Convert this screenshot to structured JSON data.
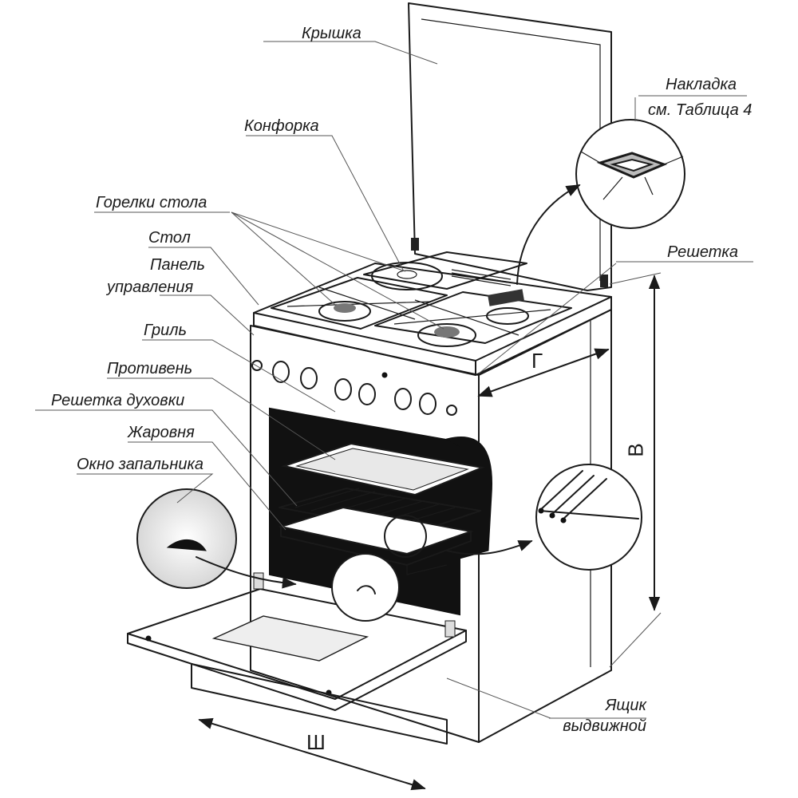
{
  "labels": {
    "lid": "Крышка",
    "overlay_title": "Накладка",
    "overlay_ref": "см. Таблица 4",
    "burner_cap": "Конфорка",
    "table_burners": "Горелки стола",
    "table": "Стол",
    "control_panel_line1": "Панель",
    "control_panel_line2": "управления",
    "grate": "Решетка",
    "grill": "Гриль",
    "baking_tray": "Противень",
    "oven_rack": "Решетка духовки",
    "roasting_pan": "Жаровня",
    "ignition_window": "Окно запальника",
    "drawer_line1": "Ящик",
    "drawer_line2": "выдвижной"
  },
  "dimensions": {
    "depth": "Г",
    "height": "В",
    "width": "Ш"
  },
  "colors": {
    "line": "#1a1a1a",
    "oven_interior": "#111111",
    "glass": "#e8e8e8",
    "background": "#ffffff"
  }
}
